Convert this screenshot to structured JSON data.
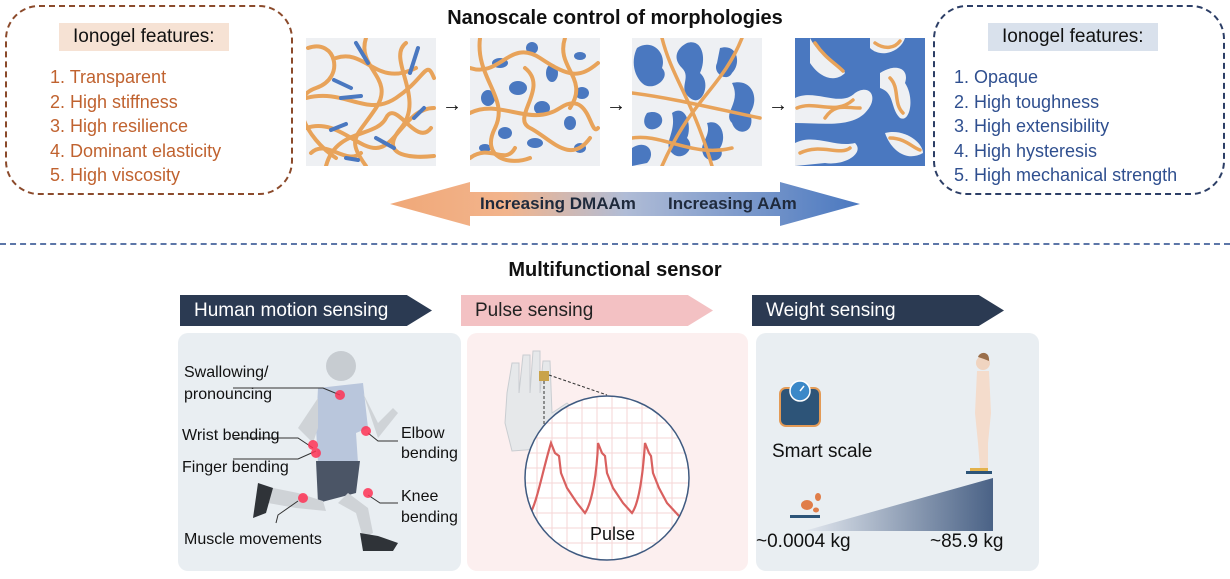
{
  "top": {
    "title": "Nanoscale control of morphologies",
    "left_features": {
      "heading": "Ionogel features:",
      "items": [
        "1. Transparent",
        "2. High stiffness",
        "3. High resilience",
        "4. Dominant elasticity",
        "5. High viscosity"
      ],
      "color": "#c0622f"
    },
    "right_features": {
      "heading": "Ionogel features:",
      "items": [
        "1. Opaque",
        "2. High toughness",
        "3. High extensibility",
        "4. High hysteresis",
        "5. High mechanical strength"
      ],
      "color": "#2f4f8f"
    },
    "gradient_arrow": {
      "left_label": "Increasing DMAAm",
      "right_label": "Increasing AAm",
      "left_color": "#f0a878",
      "right_color": "#4a78c0"
    },
    "step_arrow_glyph": "→",
    "morphology_stages": [
      "polymer-chains-with-short-blue-segments",
      "small-blue-domains",
      "interconnected-blue-domains",
      "continuous-blue-phase"
    ]
  },
  "bottom": {
    "title": "Multifunctional sensor",
    "panels": [
      {
        "banner": "Human motion sensing",
        "labels": [
          "Swallowing/",
          "pronouncing",
          "Wrist bending",
          "Finger bending",
          "Elbow",
          "bending",
          "Knee",
          "bending",
          "Muscle movements"
        ]
      },
      {
        "banner": "Pulse sensing",
        "pulse_label": "Pulse"
      },
      {
        "banner": "Weight sensing",
        "scale_label": "Smart scale",
        "min_weight": "~0.0004 kg",
        "max_weight": "~85.9 kg"
      }
    ]
  }
}
